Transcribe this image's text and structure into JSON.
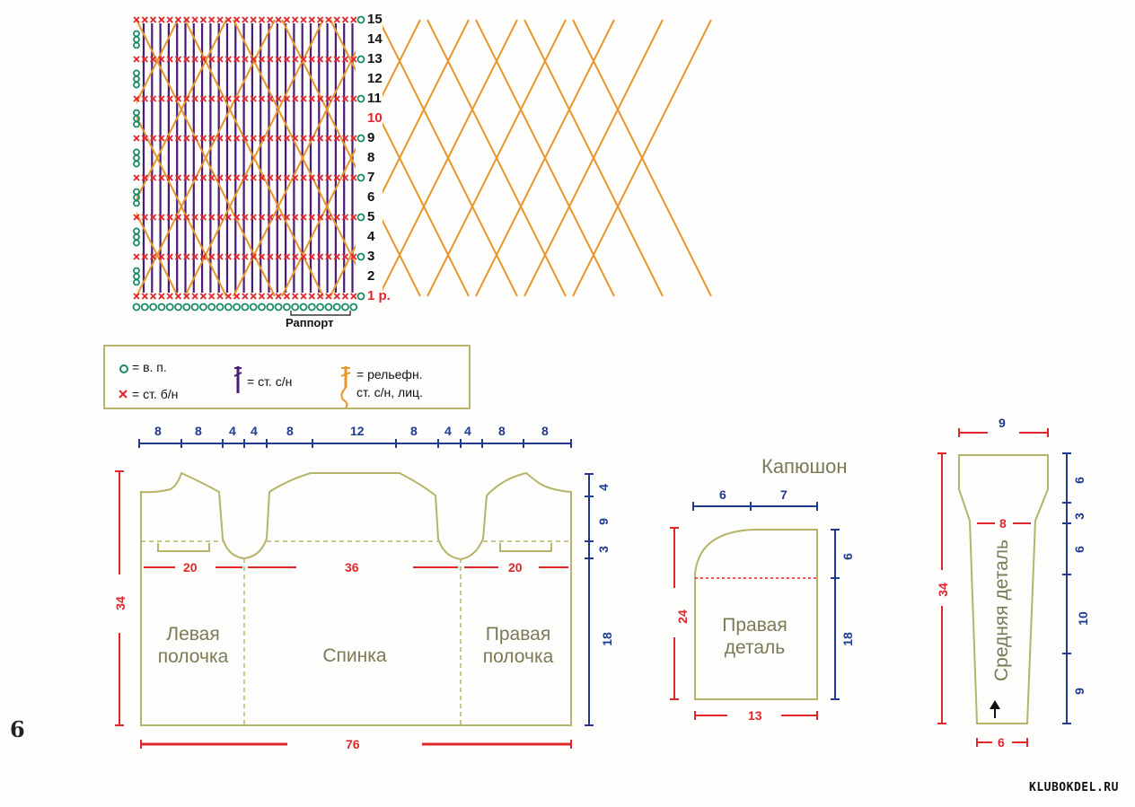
{
  "chart": {
    "rows": [
      "15",
      "14",
      "13",
      "12",
      "11",
      "10",
      "9",
      "8",
      "7",
      "6",
      "5",
      "4",
      "3",
      "2",
      "1 р."
    ],
    "highlight_rows": [
      "10",
      "1 р."
    ],
    "rapport_label": "Раппорт"
  },
  "legend": {
    "chain": "= в. п.",
    "sc": "= ст. б/н",
    "dc": "= ст. с/н",
    "relief_1": "= рельефн.",
    "relief_2": "ст. с/н, лиц."
  },
  "body_piece": {
    "top_dims": [
      "8",
      "8",
      "4",
      "4",
      "8",
      "12",
      "8",
      "4",
      "4",
      "8",
      "8"
    ],
    "right_dims": [
      "4",
      "9",
      "3",
      "18"
    ],
    "left_height": "34",
    "widths": [
      "20",
      "36",
      "20"
    ],
    "bottom_width": "76",
    "labels": {
      "left_front": [
        "Левая",
        "полочка"
      ],
      "back": "Спинка",
      "right_front": [
        "Правая",
        "полочка"
      ]
    }
  },
  "hood": {
    "title": "Капюшон",
    "top_dims": [
      "6",
      "7"
    ],
    "left_height": "24",
    "right_dims": [
      "6",
      "18"
    ],
    "bottom_width": "13",
    "label": [
      "Правая",
      "деталь"
    ]
  },
  "middle": {
    "top_width": "9",
    "mid_width": "8",
    "bottom_width": "6",
    "left_height": "34",
    "right_dims": [
      "6",
      "3",
      "6",
      "10",
      "9"
    ],
    "label": "Средняя деталь"
  },
  "page_number": "6",
  "site": "KLUBOKDEL.RU",
  "colors": {
    "outline": "#b6b46a",
    "blue_dim": "#1f3a8f",
    "red_dim": "#e0262b",
    "chain": "#1a8a6a",
    "sc": "#e0262b",
    "dc": "#4a1a7a",
    "relief": "#e8962a"
  }
}
